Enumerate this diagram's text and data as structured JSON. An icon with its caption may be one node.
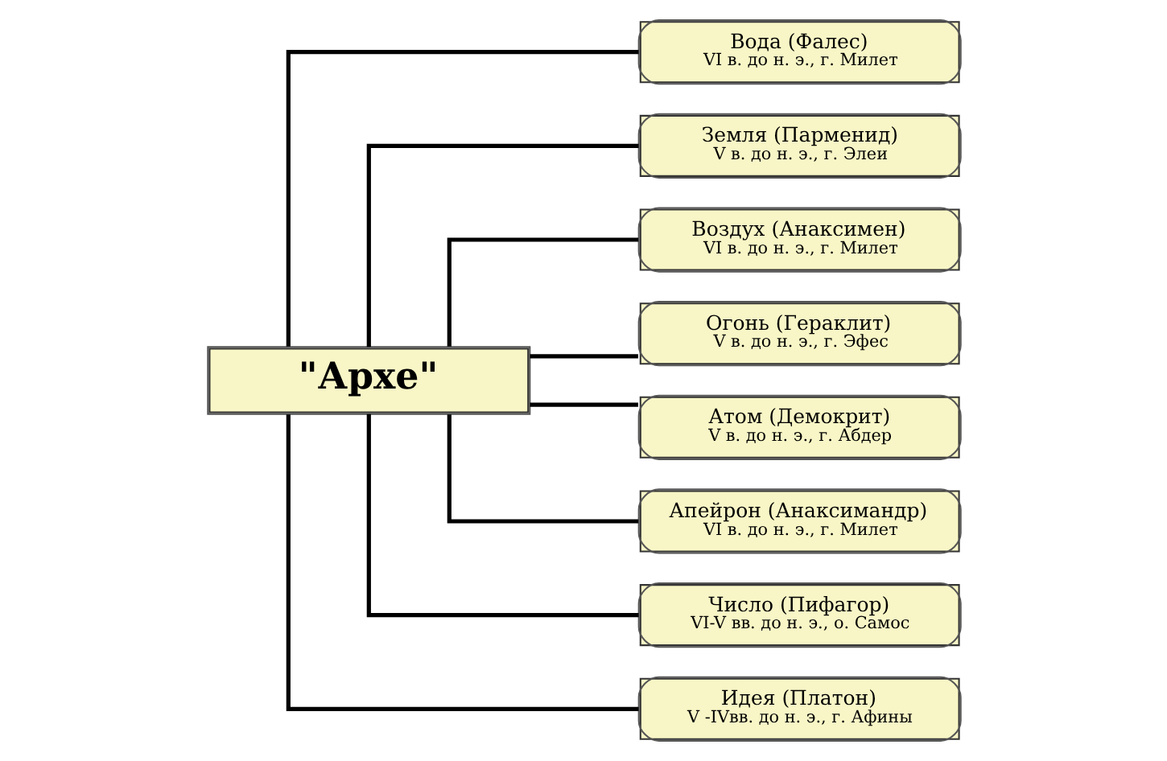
{
  "diagram": {
    "nodes": [
      {
        "text": [
          "\"Архе\""
        ]
      },
      {
        "text": [
          "Вода (Фалес)",
          "VI в. до н. э., г. Милет"
        ]
      },
      {
        "text": [
          "Земля (Парменид)",
          "V в. до н. э., г. Элеи"
        ]
      },
      {
        "text": [
          "Воздух (Анаксимен)",
          "VI в. до н. э., г. Милет"
        ]
      },
      {
        "text": [
          "Огонь (Гераклит)",
          "V в. до н. э., г. Эфес"
        ]
      },
      {
        "text": [
          "Атом (Демокрит)",
          "V в. до н. э., г. Абдер"
        ]
      },
      {
        "text": [
          "Апейрон (Анаксимандр)",
          "VI в. до н. э., г. Милет"
        ]
      },
      {
        "text": [
          "Число (Пифагор)",
          "VI-V вв. до н. э., о. Самос"
        ]
      },
      {
        "text": [
          "Идея (Платон)",
          "V -IVвв. до н. э., г. Афины"
        ]
      }
    ],
    "edges": [
      {
        "from": 0,
        "to": 1,
        "arrow": "none"
      },
      {
        "from": 0,
        "to": 2,
        "arrow": "none"
      },
      {
        "from": 0,
        "to": 3,
        "arrow": "none"
      },
      {
        "from": 0,
        "to": 4,
        "arrow": "none"
      },
      {
        "from": 0,
        "to": 5,
        "arrow": "none"
      },
      {
        "from": 0,
        "to": 6,
        "arrow": "none"
      },
      {
        "from": 0,
        "to": 7,
        "arrow": "none"
      },
      {
        "from": 0,
        "to": 8,
        "arrow": "none"
      }
    ]
  }
}
